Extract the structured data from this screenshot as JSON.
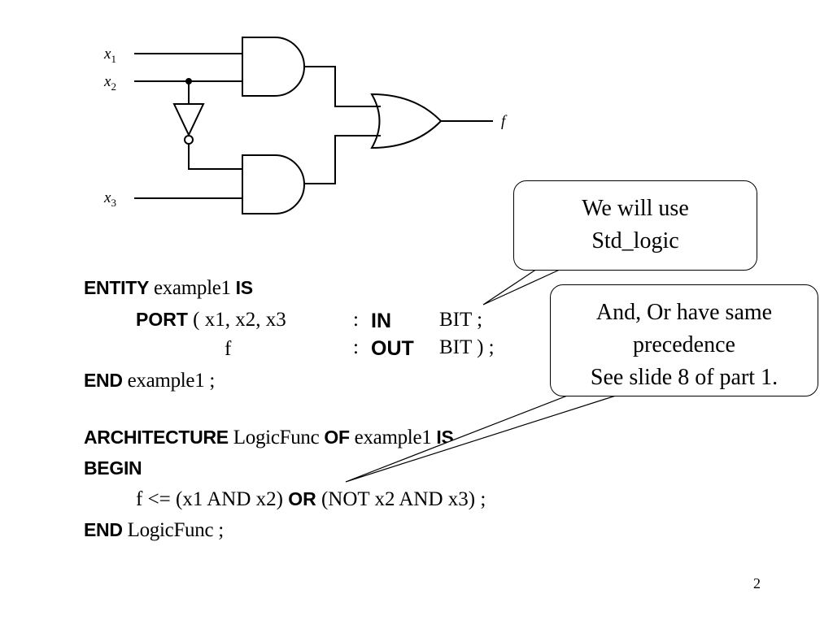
{
  "diagram": {
    "inputs": [
      {
        "name": "x",
        "sub": "1"
      },
      {
        "name": "x",
        "sub": "2"
      },
      {
        "name": "x",
        "sub": "3"
      }
    ],
    "output": "f"
  },
  "code": {
    "entity": {
      "kw_entity": "ENTITY",
      "name": "example1",
      "kw_is": "IS"
    },
    "port": {
      "kw_port": "PORT",
      "open": "(",
      "signals_in": "x1, x2, x3",
      "colon1": ":",
      "dir_in": "IN",
      "type_in": "BIT ;",
      "signal_out": "f",
      "colon2": ":",
      "dir_out": "OUT",
      "type_out": "BIT ) ;"
    },
    "end_entity": {
      "kw_end": "END",
      "name": "example1 ;"
    },
    "architecture": {
      "kw_arch": "ARCHITECTURE",
      "name": "LogicFunc",
      "kw_of": "OF",
      "entity": "example1",
      "kw_is": "IS"
    },
    "begin": "BEGIN",
    "assign": {
      "lhs": "f <=",
      "term1": "(x1 AND x2)",
      "op": "OR",
      "term2": "(NOT x2 AND x3) ;"
    },
    "end_arch": {
      "kw_end": "END",
      "name": "LogicFunc ;"
    }
  },
  "callouts": {
    "std_logic": {
      "line1": "We will use",
      "line2": "Std_logic"
    },
    "precedence": {
      "line1": "And, Or have same",
      "line2": "precedence",
      "line3": "See slide 8 of part 1."
    }
  },
  "page_number": "2"
}
